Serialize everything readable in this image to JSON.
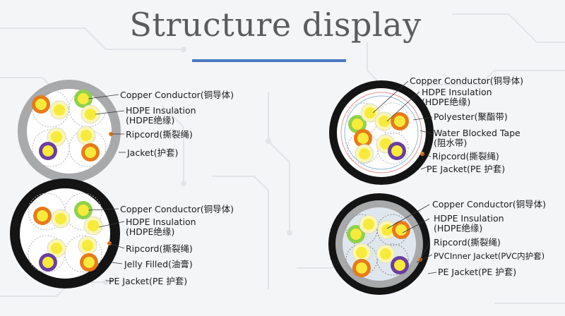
{
  "title": "Structure display",
  "colors": {
    "accent": "#4a78c0",
    "jacket_gray": "#a8a9ab",
    "jacket_black": "#141414",
    "orange": "#e87a1a",
    "yellow": "#f7ea3a",
    "green": "#8fd24a",
    "purple": "#6a3fa0"
  },
  "diagrams": [
    {
      "id": "top-left",
      "labels": [
        "Copper Conductor(铜导体)",
        "HDPE  Insulation",
        "(HDPE绝缘)",
        "Ripcord(撕裂绳)",
        "Jacket(护套)"
      ]
    },
    {
      "id": "bottom-left",
      "labels": [
        "Copper Conductor(铜导体)",
        "HDPE  Insulation",
        "(HDPE绝缘)",
        "Ripcord(撕裂绳)",
        "Jelly Filled(油膏)",
        "PE  Jacket(PE 护套)"
      ]
    },
    {
      "id": "top-right",
      "labels": [
        "Copper Conductor(铜导体)",
        "HDPE  Insulation",
        "(HDPE绝缘)",
        "Polyester(聚酯带)",
        "Water Blocked Tape",
        "(阻水带)",
        "Ripcord(撕裂绳)",
        "PE  Jacket(PE 护套)"
      ]
    },
    {
      "id": "bottom-right",
      "labels": [
        "Copper Conductor(铜导体)",
        "HDPE  Insulation",
        "(HDPE绝缘)",
        "Ripcord(撕裂绳)",
        "PVCInner Jacket(PVC内护套)",
        "PE  Jacket(PE 护套)"
      ]
    }
  ]
}
